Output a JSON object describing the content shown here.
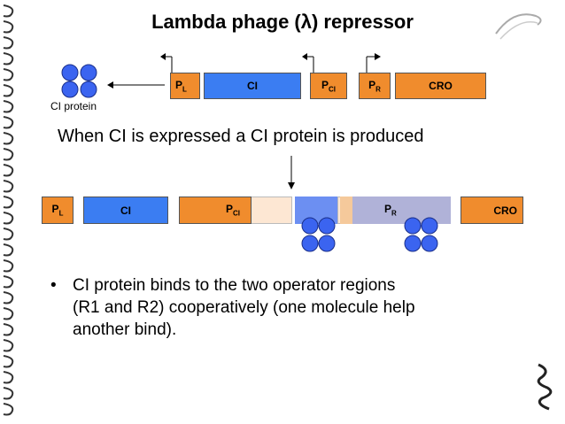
{
  "title": "Lambda phage (λ) repressor",
  "cl_protein_label": "CI protein",
  "row1": {
    "pl": {
      "main": "P",
      "sub": "L"
    },
    "ci": "CI",
    "pci": {
      "main": "P",
      "sub": "CI"
    },
    "pr": {
      "main": "P",
      "sub": "R"
    },
    "cro": "CRO"
  },
  "caption": "When CI is expressed a CI protein is produced",
  "row2": {
    "pl": {
      "main": "P",
      "sub": "L"
    },
    "ci": "CI",
    "pci": {
      "main": "P",
      "sub": "CI"
    },
    "pr": {
      "main": "P",
      "sub": "R"
    },
    "cro": "CRO"
  },
  "bullet": {
    "marker": "•",
    "lines": [
      "CI protein binds to the two operator regions",
      "(R1 and R2) cooperatively (one molecule help",
      "another bind)."
    ]
  },
  "colors": {
    "orange": "#f08c2d",
    "blue": "#3b7df2",
    "peach": "#fde7d3",
    "light_blue": "#6c8ff2",
    "lavender": "#b0b2d8"
  }
}
